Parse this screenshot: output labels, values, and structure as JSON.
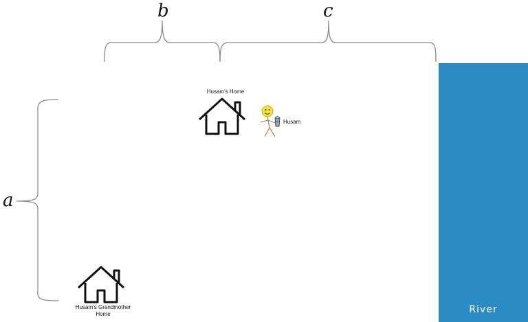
{
  "labels": {
    "var_a": "a",
    "var_b": "b",
    "var_c": "c",
    "husams_home": "Husam’s Home",
    "husam": "Husam",
    "grandmother_home_line1": "Husam’s Grandmother",
    "grandmother_home_line2": "Home",
    "river": "River"
  },
  "icons": {
    "home": "house-icon",
    "grandmother_home": "house-icon",
    "person": "stick-figure-icon",
    "bucket": "bucket-icon"
  },
  "colors": {
    "river": "#2b8cc4",
    "river_text": "#ffffff",
    "brace": "#8a8a8a",
    "outline": "#111111",
    "face": "#f2e23a"
  }
}
